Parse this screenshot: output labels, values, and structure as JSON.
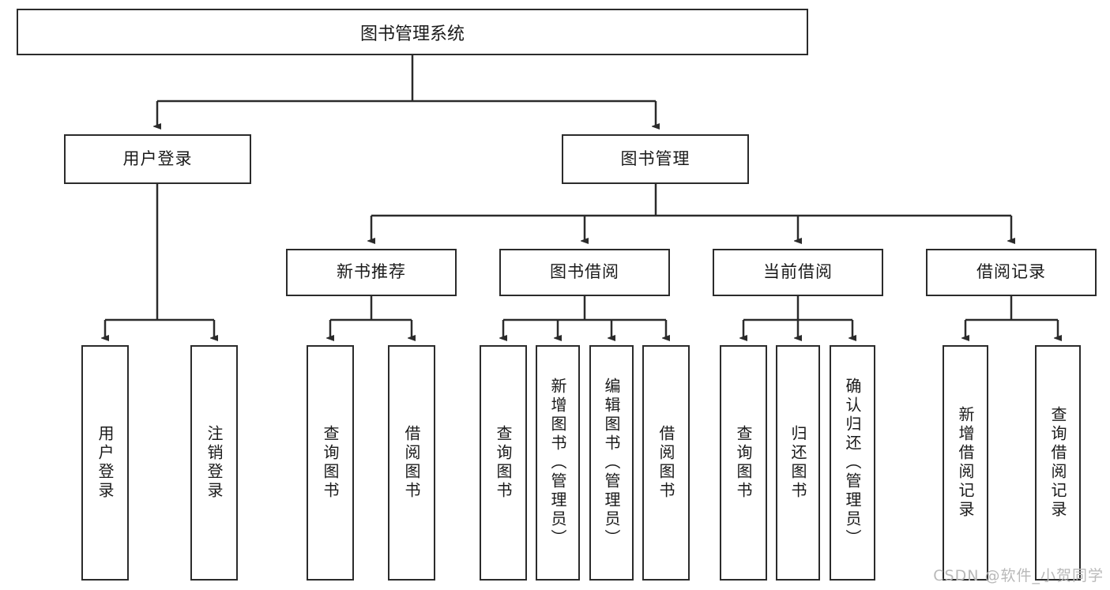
{
  "diagram": {
    "title": "图书管理系统",
    "type": "tree",
    "watermark": "CSDN @软件_小贺同学",
    "colors": {
      "stroke": "#2b2b2b",
      "background": "#ffffff",
      "text": "#1a1a1a",
      "watermark": "#b9b9b9"
    }
  },
  "nodes": {
    "root": {
      "label": "图书管理系统"
    },
    "level2": [
      {
        "id": "user-login",
        "label": "用户登录"
      },
      {
        "id": "book-manage",
        "label": "图书管理"
      }
    ],
    "level3": [
      {
        "id": "new-book-recommend",
        "label": "新书推荐"
      },
      {
        "id": "book-borrow",
        "label": "图书借阅"
      },
      {
        "id": "current-borrow",
        "label": "当前借阅"
      },
      {
        "id": "borrow-record",
        "label": "借阅记录"
      }
    ],
    "leaves": {
      "user-login": [
        {
          "id": "leaf-user-login",
          "label": "用户登录"
        },
        {
          "id": "leaf-user-logout",
          "label": "注销登录"
        }
      ],
      "new-book-recommend": [
        {
          "id": "leaf-query-book-1",
          "label": "查询图书"
        },
        {
          "id": "leaf-borrow-book-1",
          "label": "借阅图书"
        }
      ],
      "book-borrow": [
        {
          "id": "leaf-query-book-2",
          "label": "查询图书"
        },
        {
          "id": "leaf-add-book",
          "label": "新增图书（管理员）"
        },
        {
          "id": "leaf-edit-book",
          "label": "编辑图书（管理员）"
        },
        {
          "id": "leaf-borrow-book-2",
          "label": "借阅图书"
        }
      ],
      "current-borrow": [
        {
          "id": "leaf-query-book-3",
          "label": "查询图书"
        },
        {
          "id": "leaf-return-book",
          "label": "归还图书"
        },
        {
          "id": "leaf-confirm-return",
          "label": "确认归还（管理员）"
        }
      ],
      "borrow-record": [
        {
          "id": "leaf-add-record",
          "label": "新增借阅记录"
        },
        {
          "id": "leaf-query-record",
          "label": "查询借阅记录"
        }
      ]
    }
  }
}
